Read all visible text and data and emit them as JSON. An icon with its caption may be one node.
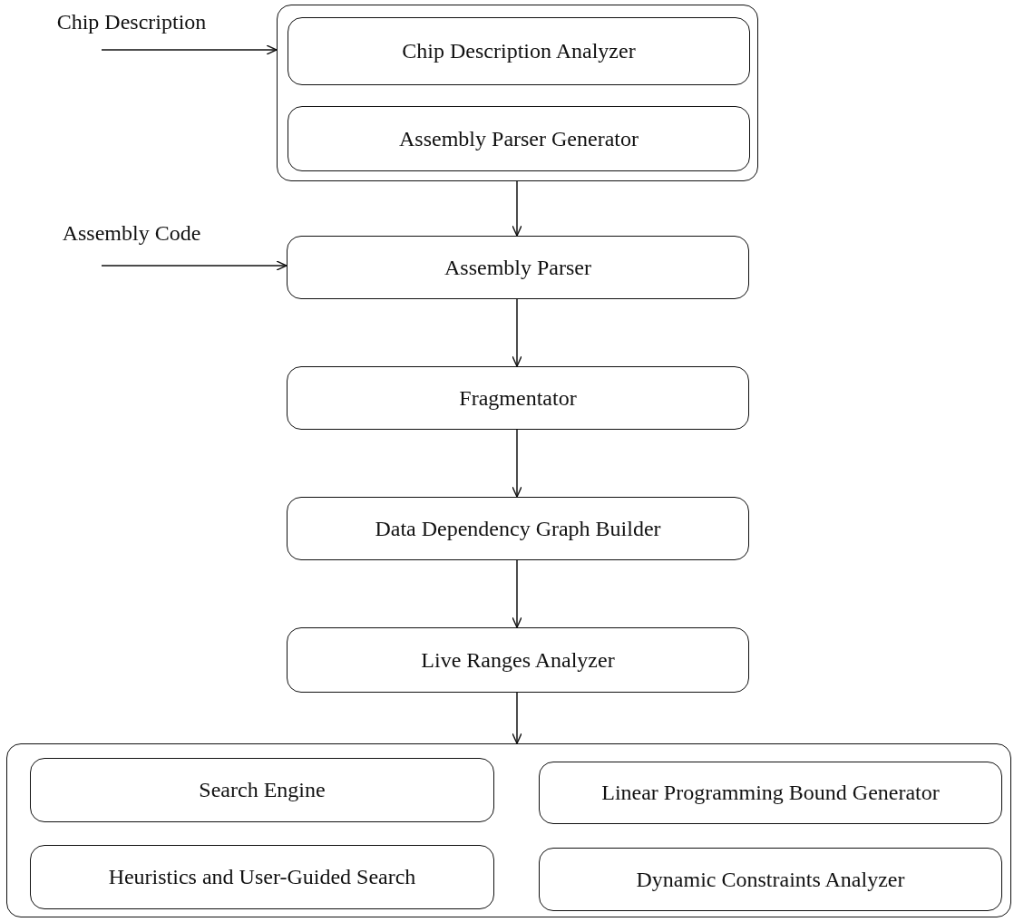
{
  "diagram": {
    "nodes": [
      {
        "text": [
          "Chip Description"
        ]
      },
      {
        "text": [],
        "shape": "box"
      },
      {
        "text": [
          "Chip Description Analyzer"
        ],
        "in": 1
      },
      {
        "text": [
          "Assembly Parser Generator"
        ],
        "in": 1
      },
      {
        "text": [
          "Assembly Code"
        ]
      },
      {
        "text": [
          "Assembly Parser"
        ]
      },
      {
        "text": [
          "Fragmentator"
        ]
      },
      {
        "text": [
          "Data Dependency Graph Builder"
        ]
      },
      {
        "text": [
          "Live Ranges Analyzer"
        ]
      },
      {
        "text": [],
        "shape": "box"
      },
      {
        "text": [
          "Search Engine"
        ],
        "in": 9
      },
      {
        "text": [
          "Linear Programming Bound Generator"
        ],
        "in": 9
      },
      {
        "text": [
          "Heuristics and User-Guided Search"
        ],
        "in": 9
      },
      {
        "text": [
          "Dynamic Constraints Analyzer"
        ],
        "in": 9
      }
    ],
    "edges": [
      {
        "from": 0,
        "to": 1,
        "arrow": "to"
      },
      {
        "from": 1,
        "to": 5,
        "arrow": "to"
      },
      {
        "from": 4,
        "to": 5,
        "arrow": "to"
      },
      {
        "from": 5,
        "to": 6,
        "arrow": "to"
      },
      {
        "from": 6,
        "to": 7,
        "arrow": "to"
      },
      {
        "from": 7,
        "to": 8,
        "arrow": "to"
      },
      {
        "from": 8,
        "to": 9,
        "arrow": "to"
      }
    ]
  }
}
